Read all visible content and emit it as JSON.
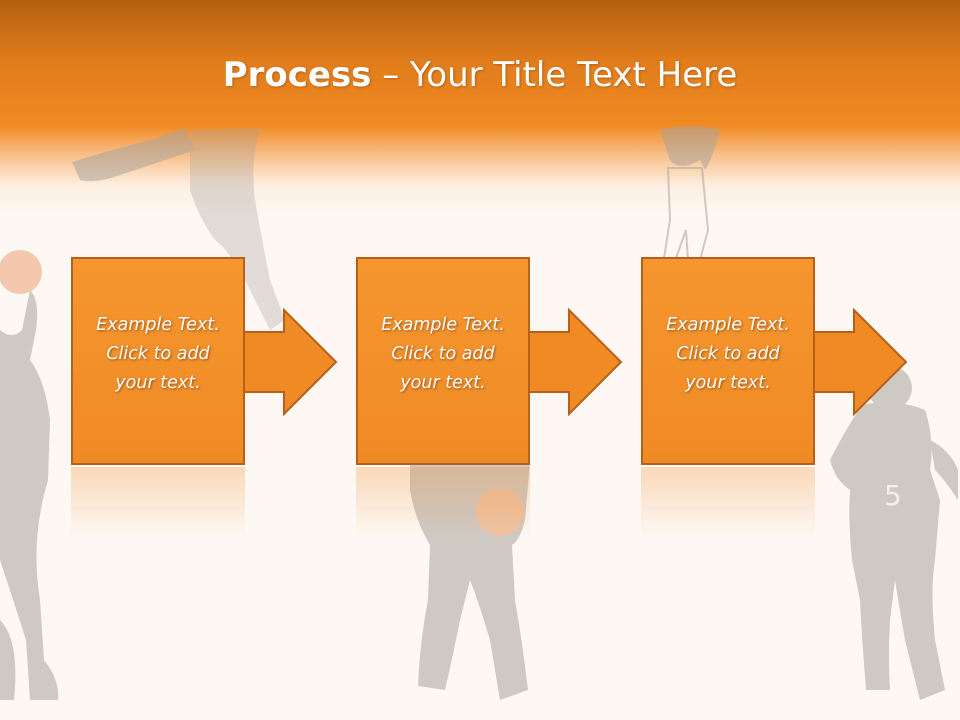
{
  "slide": {
    "title_bold": "Process",
    "title_rest": " – Your Title Text Here"
  },
  "steps": [
    {
      "line1": "Example Text.",
      "line2": "Click  to add",
      "line3": "your text."
    },
    {
      "line1": "Example Text.",
      "line2": "Click  to add",
      "line3": "your text."
    },
    {
      "line1": "Example Text.",
      "line2": "Click  to add",
      "line3": "your text."
    }
  ],
  "colors": {
    "header_orange": "#f08a22",
    "box_fill": "#f08a24",
    "box_border": "#b8601a",
    "text": "#ffffff"
  },
  "icons": [
    "basketball-player-silhouette",
    "arrow-right-icon"
  ]
}
